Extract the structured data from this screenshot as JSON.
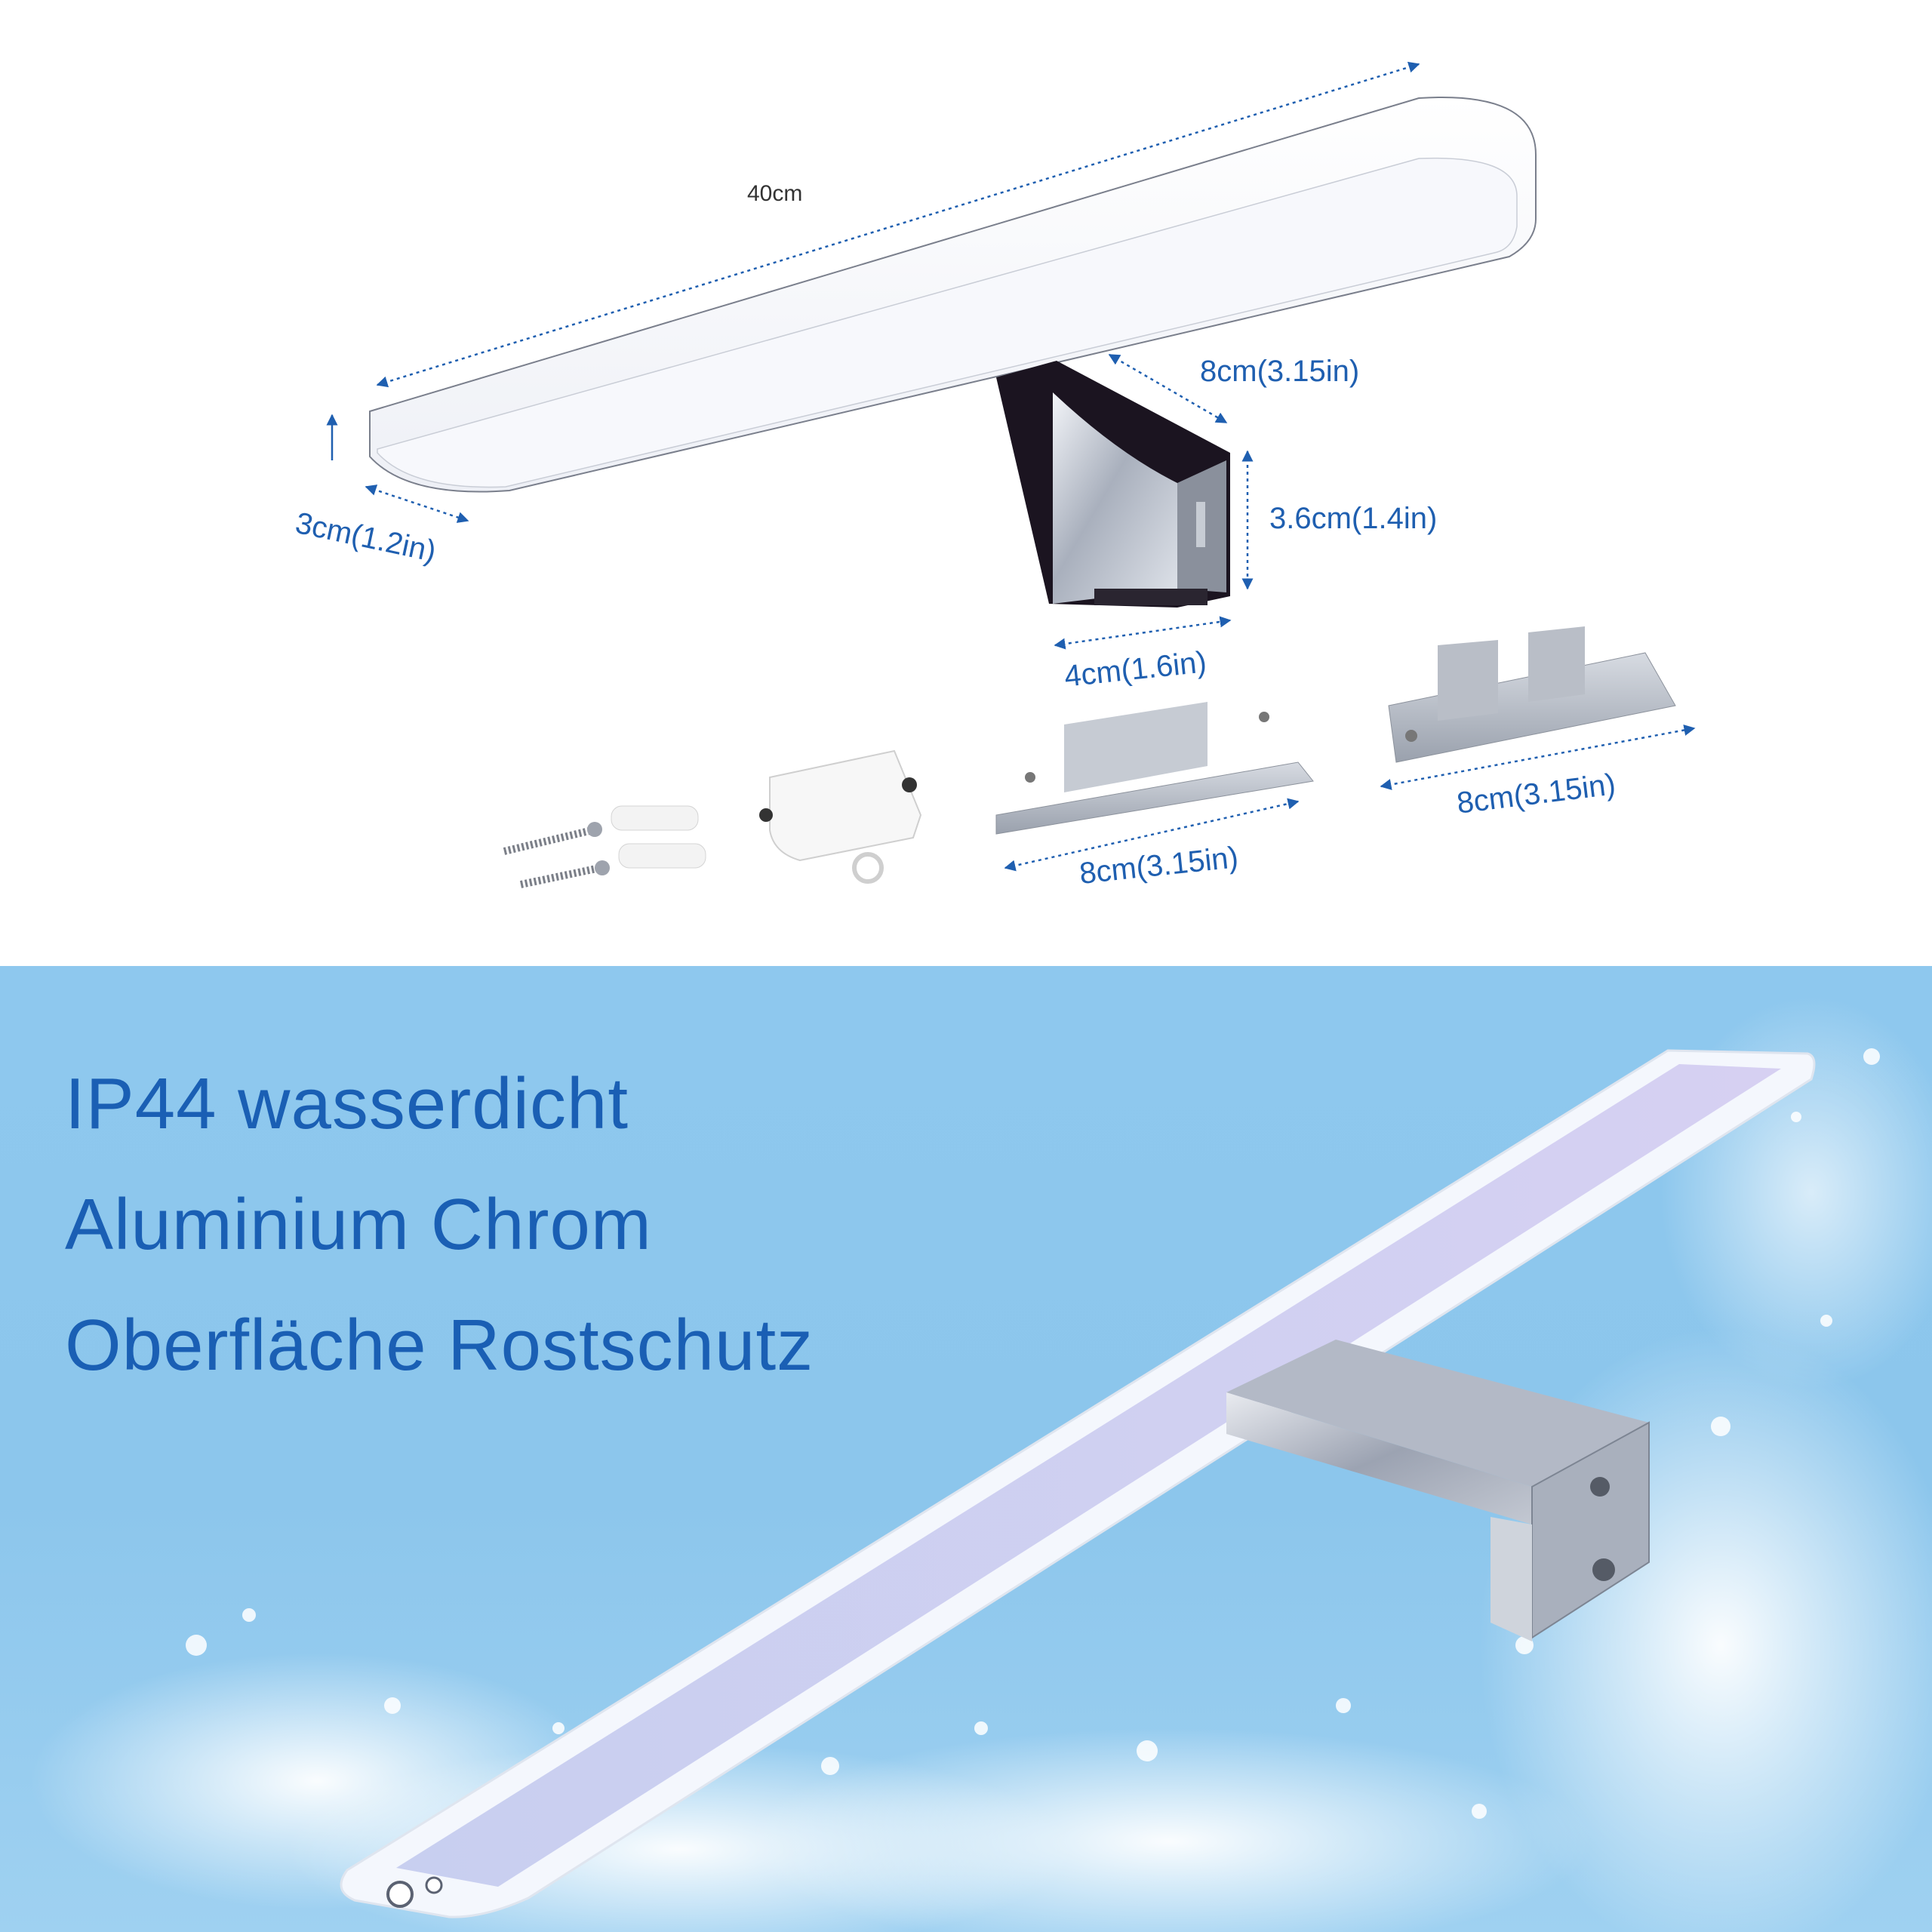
{
  "dimensions": {
    "length": "40cm",
    "arm_depth": "8cm(3.15in)",
    "arm_height": "3.6cm(1.4in)",
    "arm_width": "4cm(1.6in)",
    "bar_thickness": "3cm(1.2in)",
    "bracket_width": "8cm(3.15in)",
    "clip_width": "8cm(3.15in)"
  },
  "features": {
    "line1": "IP44 wasserdicht",
    "line2": "Aluminium Chrom",
    "line3": "Oberfläche Rostschutz"
  },
  "colors": {
    "dimension_text": "#1f5fb0",
    "feature_text": "#1a5fb4",
    "bottom_background": "#8ec8ee"
  }
}
